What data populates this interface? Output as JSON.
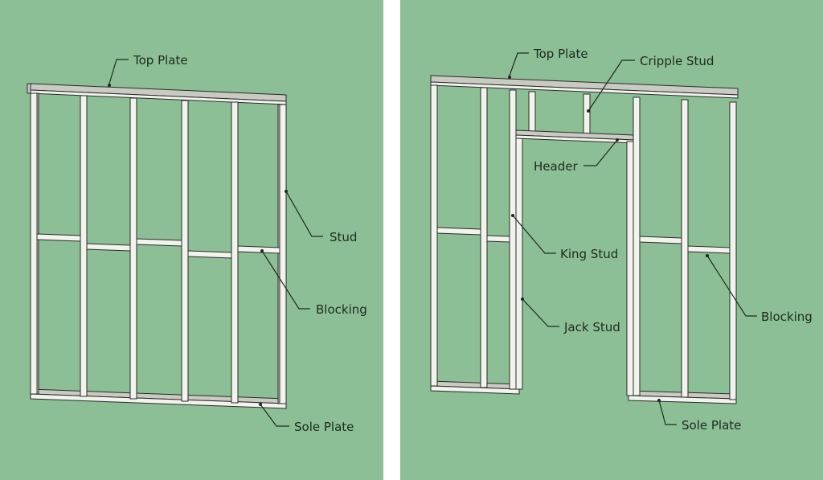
{
  "colors": {
    "background": "#8cbf95",
    "divider": "#ffffff",
    "lumber": "#f3f3ee",
    "lumber_shade": "#c9cac2",
    "outline": "#2a2a2a",
    "label_text": "#1e2a20"
  },
  "left_diagram": {
    "labels": {
      "top_plate": "Top Plate",
      "stud": "Stud",
      "blocking": "Blocking",
      "sole_plate": "Sole Plate"
    }
  },
  "right_diagram": {
    "labels": {
      "top_plate": "Top Plate",
      "cripple_stud": "Cripple Stud",
      "header": "Header",
      "king_stud": "King Stud",
      "jack_stud": "Jack Stud",
      "blocking": "Blocking",
      "sole_plate": "Sole Plate"
    }
  }
}
